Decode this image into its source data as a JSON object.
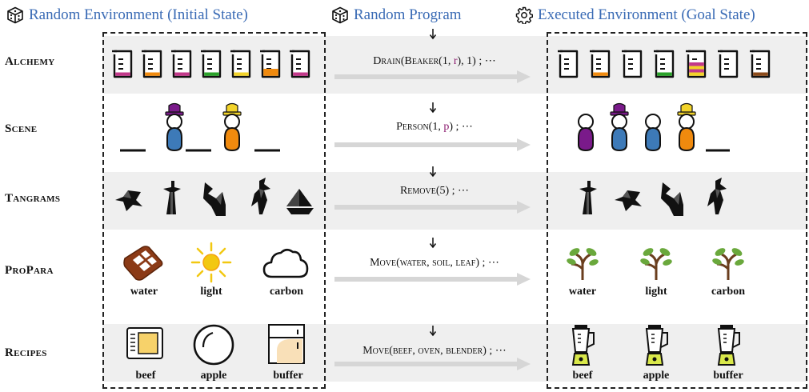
{
  "headers": {
    "initial": "Random Environment (Initial State)",
    "program": "Random Program",
    "goal": "Executed Environment (Goal State)"
  },
  "rows": [
    {
      "label": "Alchemy",
      "program_pre": "Drain(Beaker(1, ",
      "program_var": "r",
      "program_post": "), 1) ; ⋯"
    },
    {
      "label": "Scene",
      "program_pre": "Person(1, ",
      "program_var": "p",
      "program_post": ") ; ⋯"
    },
    {
      "label": "Tangrams",
      "program_pre": "Remove(5) ; ⋯",
      "program_var": "",
      "program_post": ""
    },
    {
      "label": "ProPara",
      "program_pre": "Move(water, soil, leaf) ; ⋯",
      "program_var": "",
      "program_post": ""
    },
    {
      "label": "Recipes",
      "program_pre": "Move(beef, oven, blender) ; ⋯",
      "program_var": "",
      "program_post": ""
    }
  ],
  "propara_items": [
    "water",
    "light",
    "carbon"
  ],
  "recipes_items": [
    "beef",
    "apple",
    "buffer"
  ],
  "colors": {
    "header": "#3a6bb5",
    "magenta": "#c2388a",
    "orange": "#f08a0e",
    "green": "#2aa22a",
    "yellow": "#f2d32a",
    "purple": "#7a1a8a",
    "blue": "#3d7ab8",
    "brown": "#8b4a1a",
    "variable": "#8b1a6e"
  },
  "icons": [
    "dice-icon",
    "gear-icon",
    "beaker-icon",
    "person-icon",
    "tangram-icon",
    "cloud-icon",
    "sun-icon",
    "plant-icon",
    "microwave-icon",
    "plate-icon",
    "fridge-icon",
    "blender-icon"
  ]
}
